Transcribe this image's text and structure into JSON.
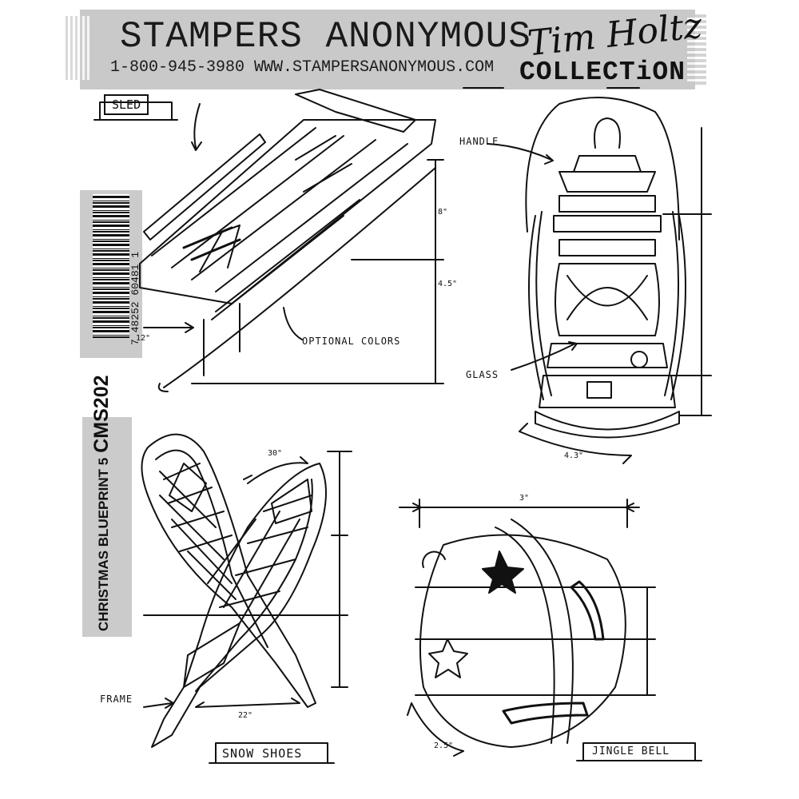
{
  "header": {
    "brand": "STAMPERS ANONYMOUS",
    "contact": "1-800-945-3980 WWW.STAMPERSANONYMOUS.COM",
    "signature": "Tim Holtz",
    "collection": "COLLECTiON"
  },
  "product": {
    "barcode_number": "7 48252 60481 1",
    "title": "CHRISTMAS BLUEPRINT 5",
    "code": "CMS202"
  },
  "sketches": {
    "sled": {
      "label": "SLED",
      "dims": [
        "12\"",
        "8\"",
        "4.5\""
      ],
      "note": "OPTIONAL COLORS"
    },
    "lantern": {
      "handle": "HANDLE",
      "glass": "GLASS",
      "dims": [
        "4.3\""
      ]
    },
    "snowshoes": {
      "label": "SNOW SHOES",
      "frame": "FRAME",
      "dims": [
        "30\"",
        "22\""
      ]
    },
    "bell": {
      "label": "JINGLE BELL",
      "dims": [
        "3\"",
        "2.5\""
      ]
    }
  },
  "icons": [
    "sled-sketch",
    "lantern-sketch",
    "snowshoes-sketch",
    "jingle-bell-sketch",
    "barcode"
  ]
}
